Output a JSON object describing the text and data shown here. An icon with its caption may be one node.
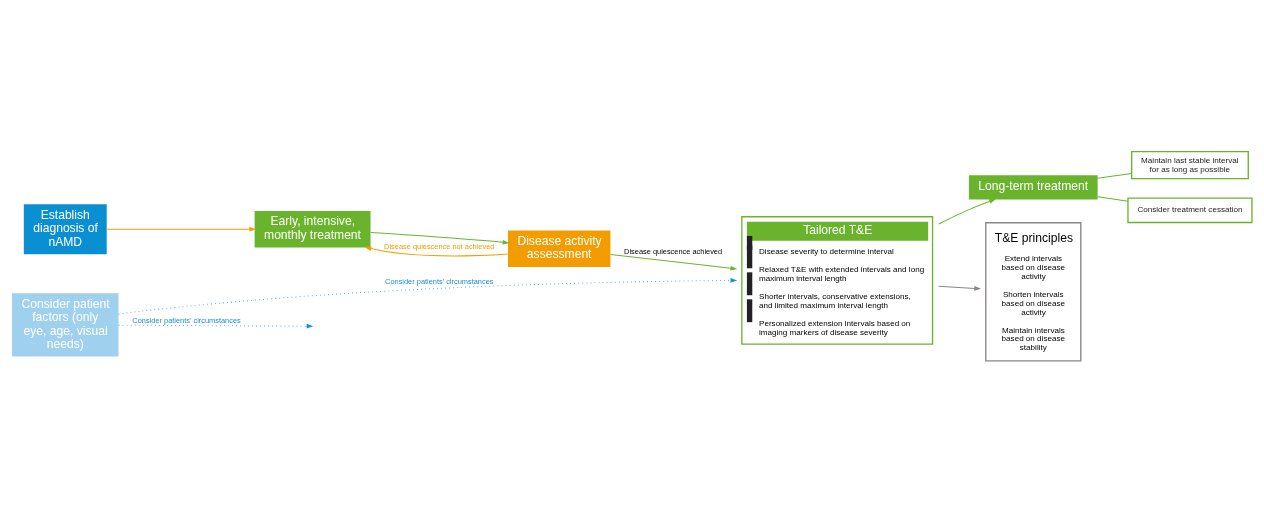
{
  "diagram": {
    "nodes": [
      {
        "text": [
          "Establish diagnosis of nAMD"
        ]
      },
      {
        "text": [
          "Consider patient factors (only eye, age, visual needs)"
        ]
      },
      {
        "text": [
          "Early, intensive, monthly treatment"
        ]
      },
      {
        "text": [
          "Disease activity assessment"
        ]
      },
      {
        "text": [
          "Tailored T&E",
          "Disease severity to determine interval",
          "Relaxed T&E with extended intervals and long maximum interval length",
          "Shorter intervals, conservative extensions, and limited maximum interval length",
          "Personalized extension intervals based on imaging markers of disease severity"
        ]
      },
      {
        "text": [
          "Long-term treatment"
        ]
      },
      {
        "text": [
          "Maintain last stable interval for as long as possible"
        ]
      },
      {
        "text": [
          "Consider treatment cessation"
        ]
      },
      {
        "text": [
          "T&E principles",
          "Extend intervals based on disease activity",
          "Shorten intervals based on disease activity",
          "Maintain intervals based on disease stability"
        ]
      }
    ],
    "edges": [
      {
        "from": 0,
        "to": 2,
        "arrow": "to",
        "color": "#f39c00"
      },
      {
        "from": 2,
        "to": 3,
        "arrow": "to"
      },
      {
        "from": 3,
        "to": 2,
        "arrow": "to",
        "label": "Disease quiescence not achieved",
        "color": "#f39c00"
      },
      {
        "from": 3,
        "to": 4,
        "arrow": "to",
        "label": "Disease quiescence achieved"
      },
      {
        "from": 1,
        "to": 4,
        "arrow": "to",
        "label": "Consider patients’ circumstances",
        "style": "dashed",
        "color": "#1a8fd6"
      },
      {
        "from": 1,
        "to": null,
        "arrow": "to",
        "label": "Consider patients’ circumstances",
        "style": "dashed",
        "color": "#1a8fd6"
      },
      {
        "from": 4,
        "to": 5,
        "arrow": "to"
      },
      {
        "from": 4,
        "to": 8,
        "arrow": "to",
        "color": "#8a8583"
      },
      {
        "from": 5,
        "to": 6,
        "arrow": "none"
      },
      {
        "from": 5,
        "to": 7,
        "arrow": "none"
      }
    ]
  }
}
